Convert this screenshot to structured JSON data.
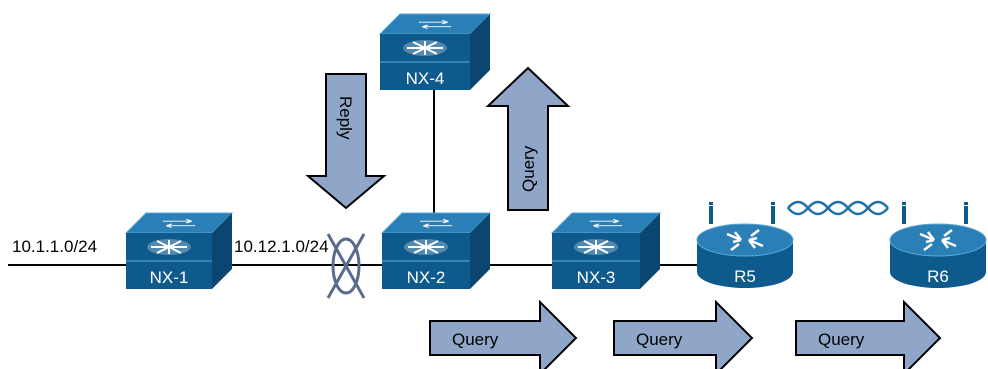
{
  "colors": {
    "device_top": "#2a7fb6",
    "device_top_highlight": "#5aa9d6",
    "device_front": "#0e5a8c",
    "device_side": "#0a4670",
    "arrow_fill": "#8fa6c8",
    "arrow_stroke": "#000000",
    "link": "#000000",
    "fail_mark": "#5b6b8c",
    "wave": "#1f6fa8"
  },
  "subnets": {
    "left": "10.1.1.0/24",
    "middle": "10.12.1.0/24"
  },
  "devices": {
    "nx1": {
      "label": "NX-1",
      "kind": "switch",
      "icon": "nexus-switch-icon"
    },
    "nx2": {
      "label": "NX-2",
      "kind": "switch",
      "icon": "nexus-switch-icon"
    },
    "nx3": {
      "label": "NX-3",
      "kind": "switch",
      "icon": "nexus-switch-icon"
    },
    "nx4": {
      "label": "NX-4",
      "kind": "switch",
      "icon": "nexus-switch-icon"
    },
    "r5": {
      "label": "R5",
      "kind": "router",
      "icon": "router-icon"
    },
    "r6": {
      "label": "R6",
      "kind": "router",
      "icon": "router-icon"
    }
  },
  "arrows": {
    "reply": "Reply",
    "query_up": "Query",
    "query_1": "Query",
    "query_2": "Query",
    "query_3": "Query"
  }
}
